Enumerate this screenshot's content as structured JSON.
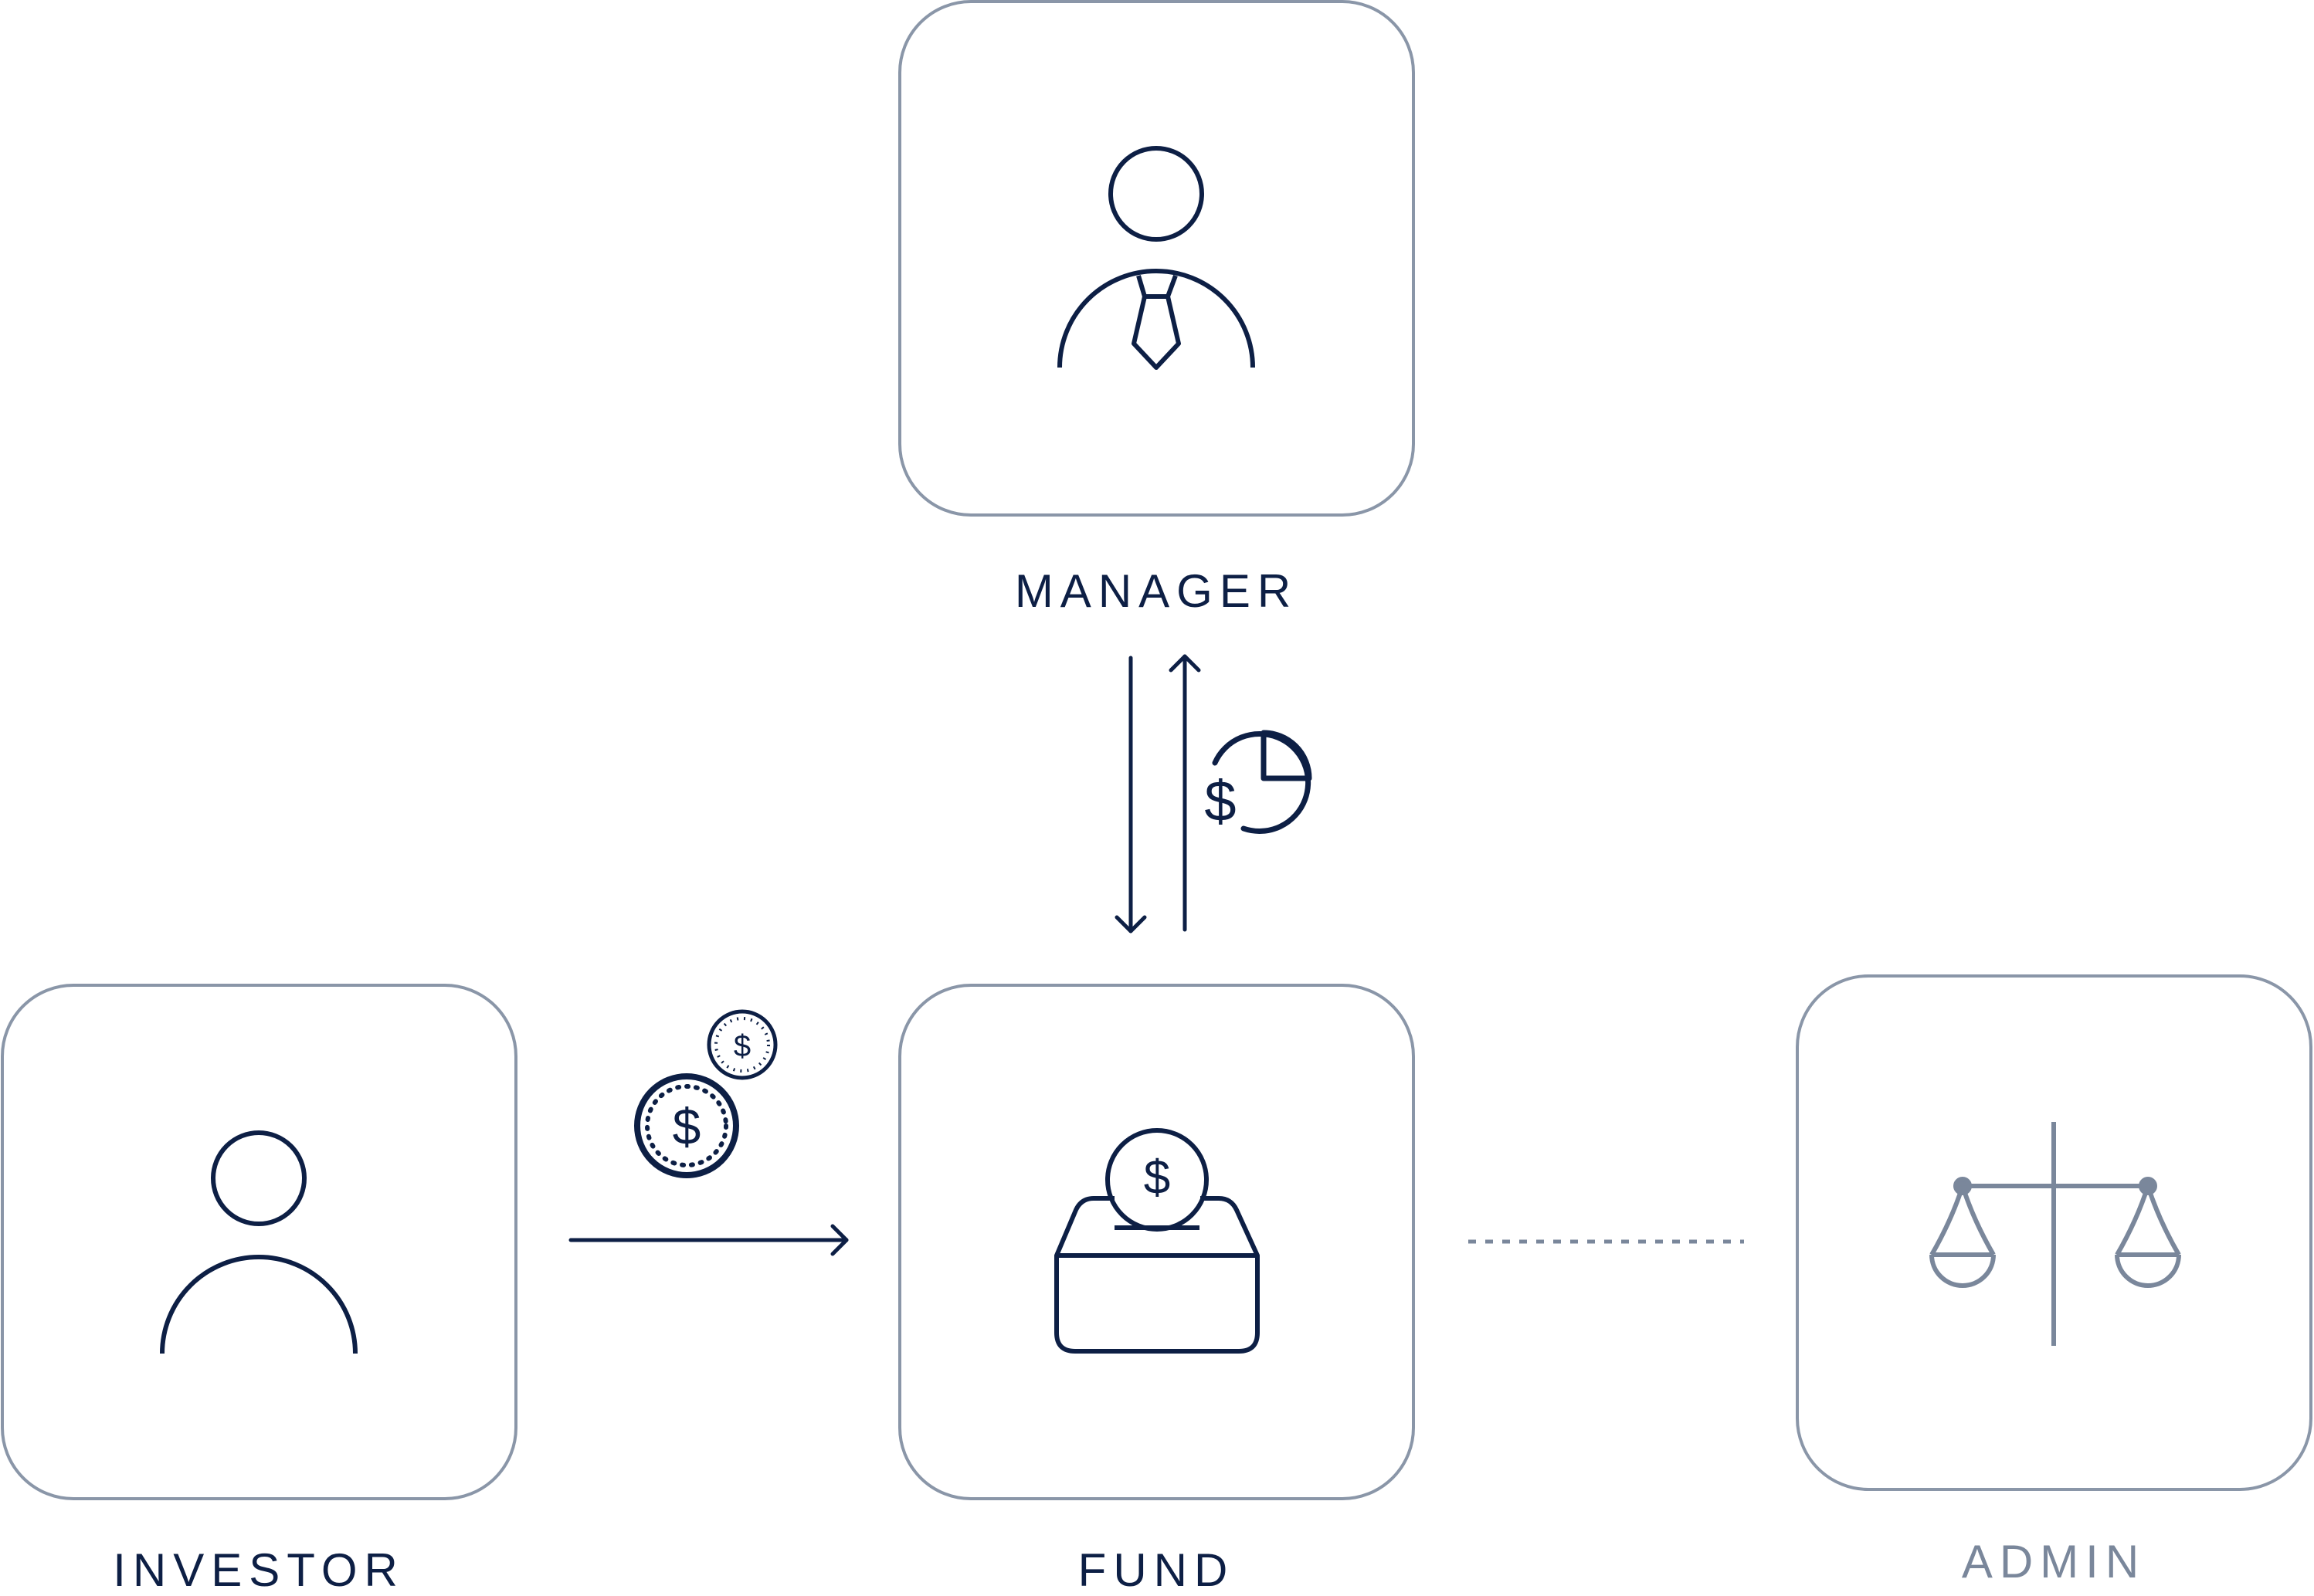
{
  "colors": {
    "primary": "#0d1f45",
    "muted": "#7a879b",
    "box_border": "#8a96a8",
    "background": "#ffffff"
  },
  "nodes": {
    "manager": {
      "label": "MANAGER",
      "icon": "manager-person-tie-icon"
    },
    "investor": {
      "label": "INVESTOR",
      "icon": "person-icon"
    },
    "fund": {
      "label": "FUND",
      "icon": "coin-into-box-icon"
    },
    "admin": {
      "label": "ADMIN",
      "icon": "balance-scale-icon"
    }
  },
  "connections": [
    {
      "from": "manager",
      "to": "fund",
      "style": "arrow",
      "icon": null
    },
    {
      "from": "fund",
      "to": "manager",
      "style": "arrow",
      "icon": "dollar-pie-chart-icon"
    },
    {
      "from": "investor",
      "to": "fund",
      "style": "arrow",
      "icon": "coins-icon"
    },
    {
      "from": "fund",
      "to": "admin",
      "style": "dashed",
      "icon": null
    }
  ]
}
